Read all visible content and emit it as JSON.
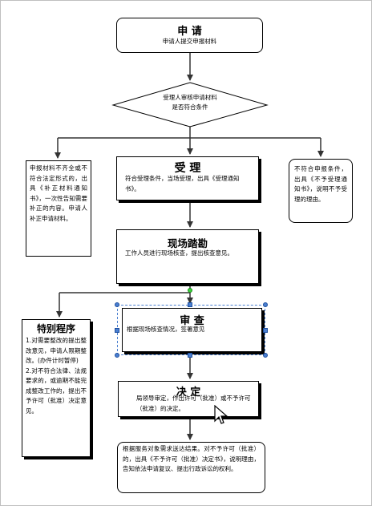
{
  "apply": {
    "title": "申  请",
    "sub": "申请人提交申报材料"
  },
  "check": {
    "line1": "受理人审核申请材料",
    "line2": "是否符合条件"
  },
  "left_note": {
    "text": "申报材料不齐全或不符合法定形式的，出具《补正材料通知书》，一次性告知需要补正的内容。申请人补正申请材料。"
  },
  "accept": {
    "title": "受  理",
    "text": "符合受理条件，当场受理，出具《受理通知书》。"
  },
  "reject": {
    "text": "不符合申报条件，出具《不予受理通知书》，说明不予受理的理由。"
  },
  "inspect": {
    "title": "现场踏勘",
    "text": "工作人员进行现场核查，提出核查意见。"
  },
  "special": {
    "title": "特别程序",
    "text": "1.对需要整改的提出整改意见，申请人限期整改。(办件计时暂停)\n2.对不符合法律、法规要求的，或逾期不能完成整改工作的，提出不予许可（批准）决定意见。"
  },
  "review": {
    "title": "审  查",
    "text": "根据现场核查情况，签署意见"
  },
  "decide": {
    "title": "决  定",
    "text": "局领导审定，作出许可（批准）或不予许可（批准）的决定。"
  },
  "result": {
    "text": "根据服务对象需求送达结果。对不予许可（批准）的，出具《不予许可（批准）决定书》，说明理由，告知依法申请复议、提出行政诉讼的权利。"
  }
}
